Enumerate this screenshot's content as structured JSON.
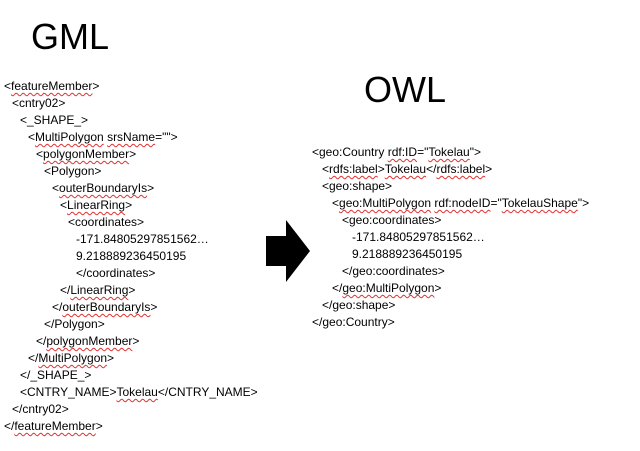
{
  "gml": {
    "title": "GML",
    "lines": [
      {
        "indent": 0,
        "parts": [
          {
            "t": "<"
          },
          {
            "t": "featureMember",
            "u": true
          },
          {
            "t": ">"
          }
        ]
      },
      {
        "indent": 1,
        "parts": [
          {
            "t": "<cntry02>"
          }
        ]
      },
      {
        "indent": 2,
        "parts": [
          {
            "t": "<_SHAPE_>"
          }
        ]
      },
      {
        "indent": 3,
        "parts": [
          {
            "t": "<"
          },
          {
            "t": "MultiPolygon",
            "u": true
          },
          {
            "t": " "
          },
          {
            "t": "srsName",
            "u": true
          },
          {
            "t": "=\"\">"
          }
        ]
      },
      {
        "indent": 4,
        "parts": [
          {
            "t": "<"
          },
          {
            "t": "polygonMember",
            "u": true
          },
          {
            "t": ">"
          }
        ]
      },
      {
        "indent": 5,
        "parts": [
          {
            "t": "<Polygon>"
          }
        ]
      },
      {
        "indent": 6,
        "parts": [
          {
            "t": "<"
          },
          {
            "t": "outerBoundaryIs",
            "u": true
          },
          {
            "t": ">"
          }
        ]
      },
      {
        "indent": 7,
        "parts": [
          {
            "t": "<"
          },
          {
            "t": "LinearRing",
            "u": true
          },
          {
            "t": ">"
          }
        ]
      },
      {
        "indent": 8,
        "parts": [
          {
            "t": "<coordinates>"
          }
        ]
      },
      {
        "indent": 9,
        "parts": [
          {
            "t": "-171.84805297851562…"
          }
        ]
      },
      {
        "indent": 9,
        "parts": [
          {
            "t": "9.218889236450195"
          }
        ]
      },
      {
        "indent": 9,
        "parts": [
          {
            "t": "</coordinates>"
          }
        ]
      },
      {
        "indent": 7,
        "parts": [
          {
            "t": "</"
          },
          {
            "t": "LinearRing",
            "u": true
          },
          {
            "t": ">"
          }
        ]
      },
      {
        "indent": 6,
        "parts": [
          {
            "t": "</"
          },
          {
            "t": "outerBoundaryIs",
            "u": true
          },
          {
            "t": ">"
          }
        ]
      },
      {
        "indent": 5,
        "parts": [
          {
            "t": "</Polygon>"
          }
        ]
      },
      {
        "indent": 4,
        "parts": [
          {
            "t": "</"
          },
          {
            "t": "polygonMember",
            "u": true
          },
          {
            "t": ">"
          }
        ]
      },
      {
        "indent": 3,
        "parts": [
          {
            "t": "</"
          },
          {
            "t": "MultiPolygon",
            "u": true
          },
          {
            "t": ">"
          }
        ]
      },
      {
        "indent": 2,
        "parts": [
          {
            "t": "</_SHAPE_>"
          }
        ]
      },
      {
        "indent": 2,
        "parts": [
          {
            "t": "<CNTRY_NAME>"
          },
          {
            "t": "Tokelau",
            "u": true
          },
          {
            "t": "</CNTRY_NAME>"
          }
        ]
      },
      {
        "indent": 1,
        "parts": [
          {
            "t": "</cntry02>"
          }
        ]
      },
      {
        "indent": 0,
        "parts": [
          {
            "t": "</"
          },
          {
            "t": "featureMember",
            "u": true
          },
          {
            "t": ">"
          }
        ]
      }
    ]
  },
  "owl": {
    "title": "OWL",
    "lines": [
      {
        "indent": 0,
        "parts": [
          {
            "t": "<geo:Country "
          },
          {
            "t": "rdf:ID",
            "u": true
          },
          {
            "t": "=\""
          },
          {
            "t": "Tokelau",
            "u": true
          },
          {
            "t": "\">"
          }
        ]
      },
      {
        "indent": 1,
        "parts": [
          {
            "t": "<"
          },
          {
            "t": "rdfs:label",
            "u": true
          },
          {
            "t": ">"
          },
          {
            "t": "Tokelau",
            "u": true
          },
          {
            "t": "</"
          },
          {
            "t": "rdfs:label",
            "u": true
          },
          {
            "t": ">"
          }
        ]
      },
      {
        "indent": 1,
        "parts": [
          {
            "t": "<geo:shape>"
          }
        ]
      },
      {
        "indent": 2,
        "parts": [
          {
            "t": "<"
          },
          {
            "t": "geo:MultiPolygon",
            "u": true
          },
          {
            "t": " "
          },
          {
            "t": "rdf:nodeID",
            "u": true
          },
          {
            "t": "=\""
          },
          {
            "t": "TokelauShape",
            "u": true
          },
          {
            "t": "\">"
          }
        ]
      },
      {
        "indent": 3,
        "parts": [
          {
            "t": "<geo:coordinates>"
          }
        ]
      },
      {
        "indent": 4,
        "parts": [
          {
            "t": "-171.84805297851562…"
          }
        ]
      },
      {
        "indent": 4,
        "parts": [
          {
            "t": "9.218889236450195"
          }
        ]
      },
      {
        "indent": 3,
        "parts": [
          {
            "t": "</geo:coordinates>"
          }
        ]
      },
      {
        "indent": 2,
        "parts": [
          {
            "t": "</"
          },
          {
            "t": "geo:MultiPolygon",
            "u": true
          },
          {
            "t": ">"
          }
        ]
      },
      {
        "indent": 1,
        "parts": [
          {
            "t": "</geo:shape>"
          }
        ]
      },
      {
        "indent": 0,
        "parts": [
          {
            "t": "</geo:Country>"
          }
        ]
      }
    ]
  },
  "arrow": {
    "icon": "right-arrow-icon",
    "color": "#000000"
  },
  "colors": {
    "spellcheck_underline": "#e03030",
    "text": "#000000",
    "background": "#ffffff"
  }
}
